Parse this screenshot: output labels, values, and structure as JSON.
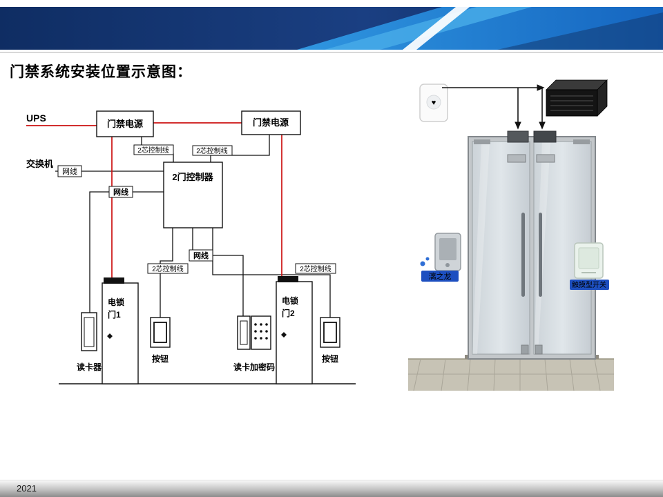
{
  "slide": {
    "title": "门禁系统安装位置示意图：",
    "footer_year": "2021"
  },
  "theme": {
    "banner_navy": "#10306a",
    "banner_azure": "#2b8fdc",
    "footer_gray": "#8c8c8c",
    "power_wire_color": "#cc1111",
    "signal_wire_color": "#111111",
    "device_label_blue": "#1d4fc0"
  },
  "wiring_diagram": {
    "ups": "UPS",
    "switch": "交换机",
    "power_supply_left": "门禁电源",
    "power_supply_right": "门禁电源",
    "controller": "2门控制器",
    "net_cable_switch": "网线",
    "net_cable_reader": "网线",
    "net_cable_keypad": "网线",
    "core2_wire_left": "2芯控制线",
    "core2_wire_right": "2芯控制线",
    "core2_wire_button_left": "2芯控制线",
    "core2_wire_button_right": "2芯控制线",
    "lock_left_name": "电锁",
    "lock_left_door": "门1",
    "lock_right_name": "电锁",
    "lock_right_door": "门2",
    "card_reader": "读卡器",
    "exit_button_left": "按钮",
    "card_reader_keypad": "读卡加密码",
    "exit_button_right": "按钮"
  },
  "installation_photo": {
    "reader_brand": "漓之龙",
    "touch_switch": "触摸型开关"
  }
}
